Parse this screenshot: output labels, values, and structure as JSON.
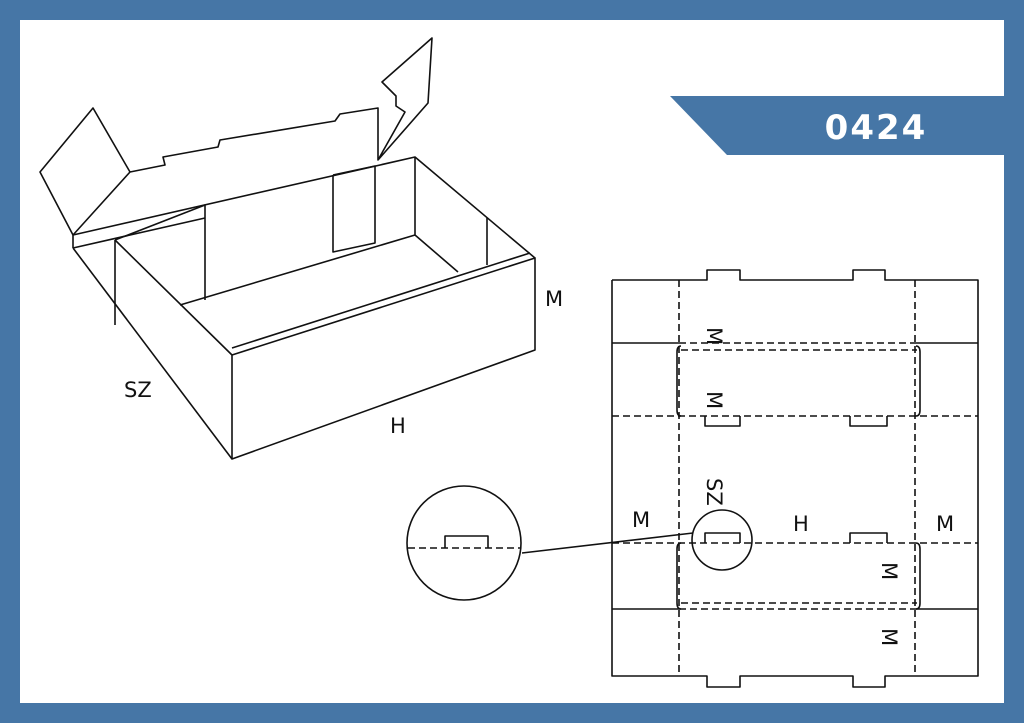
{
  "badge": {
    "code": "0424"
  },
  "box_labels": {
    "depth": "M",
    "width": "SZ",
    "length": "H"
  },
  "dieline_labels": {
    "m_top1": "M",
    "m_top2": "M",
    "sz": "SZ",
    "m_left": "M",
    "h": "H",
    "m_right": "M",
    "m_bot1": "M",
    "m_bot2": "M"
  },
  "colors": {
    "frame": "#4676a6",
    "background": "#ffffff",
    "line": "#111111"
  }
}
